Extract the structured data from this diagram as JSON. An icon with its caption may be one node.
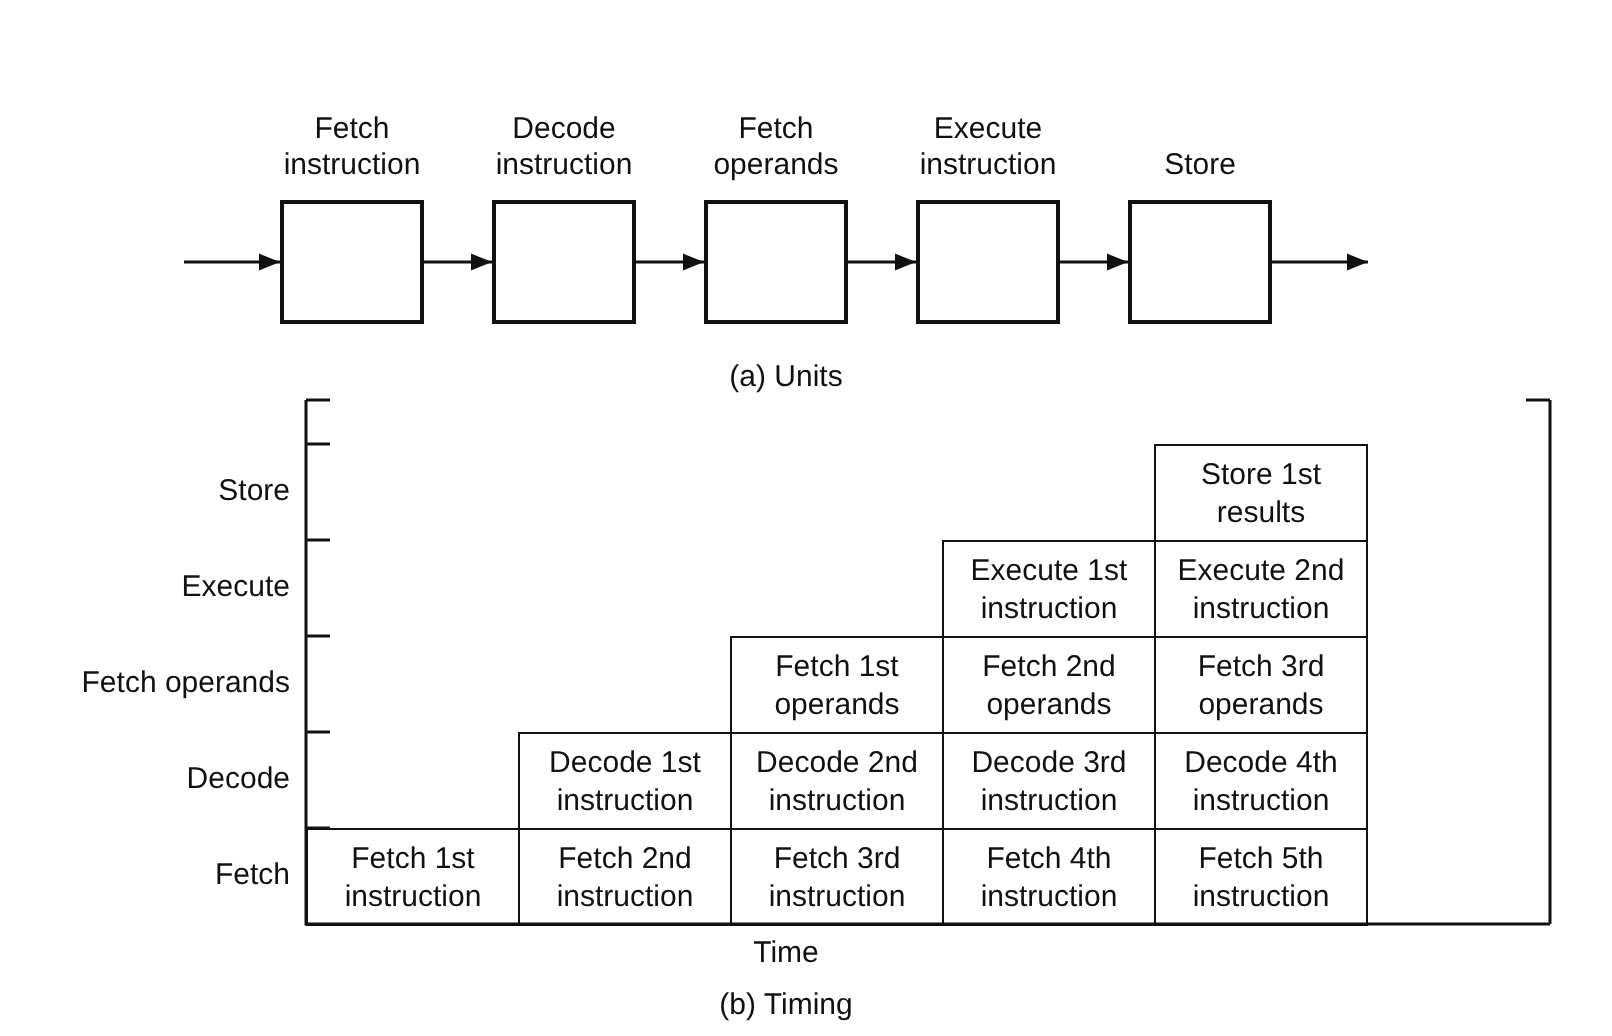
{
  "diagram": {
    "nodes": [
      {
        "text": [
          "Fetch instruction"
        ]
      },
      {
        "text": [
          "Decode instruction"
        ]
      },
      {
        "text": [
          "Fetch operands"
        ]
      },
      {
        "text": [
          "Execute instruction"
        ]
      },
      {
        "text": [
          "Store"
        ]
      }
    ],
    "edges": [
      {
        "from": null,
        "to": 0,
        "arrow": "to"
      },
      {
        "from": 0,
        "to": 1,
        "arrow": "to"
      },
      {
        "from": 1,
        "to": 2,
        "arrow": "to"
      },
      {
        "from": 2,
        "to": 3,
        "arrow": "to"
      },
      {
        "from": 3,
        "to": 4,
        "arrow": "to"
      },
      {
        "from": 4,
        "to": null,
        "arrow": "to"
      }
    ],
    "labels": [
      "(a) Units",
      "Store",
      "Store 1st results",
      "Execute",
      "Execute 1st instruction",
      "Execute 2nd instruction",
      "Fetch operands",
      "Fetch 1st operands",
      "Fetch 2nd operands",
      "Fetch 3rd operands",
      "Decode",
      "Decode 1st instruction",
      "Decode 2nd instruction",
      "Decode 3rd instruction",
      "Decode 4th instruction",
      "Fetch",
      "Fetch 1st instruction",
      "Fetch 2nd instruction",
      "Fetch 3rd instruction",
      "Fetch 4th instruction",
      "Fetch 5th instruction",
      "Time",
      "(b) Timing"
    ]
  }
}
